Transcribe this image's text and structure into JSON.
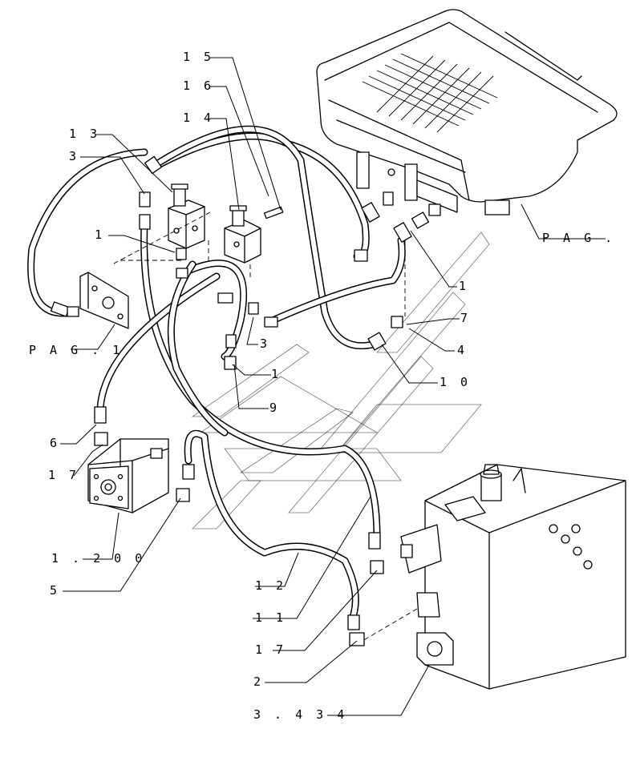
{
  "callouts": [
    {
      "id": "c15",
      "text": "1 5"
    },
    {
      "id": "c16",
      "text": "1 6"
    },
    {
      "id": "c14",
      "text": "1 4"
    },
    {
      "id": "c13",
      "text": "1 3"
    },
    {
      "id": "c3a",
      "text": "3"
    },
    {
      "id": "c1a",
      "text": "1"
    },
    {
      "id": "cpag1",
      "text": "P A G . 1"
    },
    {
      "id": "cpag",
      "text": "P A G ."
    },
    {
      "id": "c1b",
      "text": "1"
    },
    {
      "id": "c7",
      "text": "7"
    },
    {
      "id": "c4",
      "text": "4"
    },
    {
      "id": "c3b",
      "text": "3"
    },
    {
      "id": "c1c",
      "text": "1"
    },
    {
      "id": "c10",
      "text": "1 0"
    },
    {
      "id": "c9",
      "text": "9"
    },
    {
      "id": "c6",
      "text": "6"
    },
    {
      "id": "c17a",
      "text": "1 7"
    },
    {
      "id": "c1200",
      "text": "1 . 2 0 0"
    },
    {
      "id": "c5",
      "text": "5"
    },
    {
      "id": "c12",
      "text": "1 2"
    },
    {
      "id": "c11",
      "text": "1 1"
    },
    {
      "id": "c17b",
      "text": "1 7"
    },
    {
      "id": "c2",
      "text": "2"
    },
    {
      "id": "c3434",
      "text": "3 . 4 3 4"
    }
  ]
}
